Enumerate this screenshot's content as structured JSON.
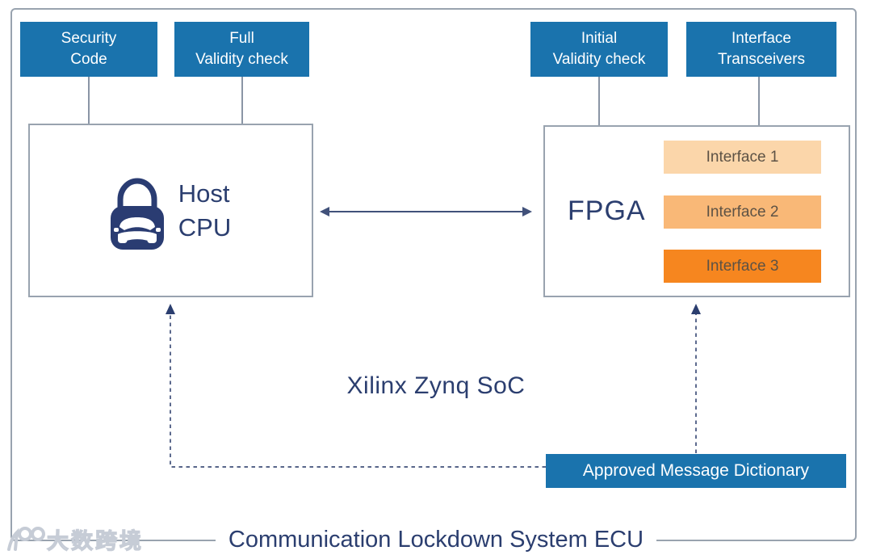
{
  "frame_title": "Communication Lockdown System ECU",
  "soc_label": "Xilinx Zynq SoC",
  "watermark": {
    "text": "大数跨境"
  },
  "cpu_side_modules": [
    {
      "line1": "Security",
      "line2": "Code"
    },
    {
      "line1": "Full",
      "line2": "Validity check"
    }
  ],
  "fpga_side_modules": [
    {
      "line1": "Initial",
      "line2": "Validity check"
    },
    {
      "line1": "Interface",
      "line2": "Transceivers"
    }
  ],
  "host_cpu": {
    "line1": "Host",
    "line2": "CPU",
    "icon": "car-lock-icon"
  },
  "fpga": {
    "label": "FPGA",
    "interfaces": [
      {
        "label": "Interface 1",
        "color": "#fbd6aa"
      },
      {
        "label": "Interface 2",
        "color": "#f9b877"
      },
      {
        "label": "Interface 3",
        "color": "#f6861f"
      }
    ]
  },
  "dictionary_label": "Approved Message Dictionary",
  "colors": {
    "module_blue": "#1a73ad",
    "navy_text": "#2b3e6f",
    "frame_gray": "#99a3af",
    "connector_gray": "#8a95a5",
    "arrow_navy": "#41517a",
    "interface_text": "#5d5245",
    "lock_icon_navy": "#2a3c72"
  }
}
